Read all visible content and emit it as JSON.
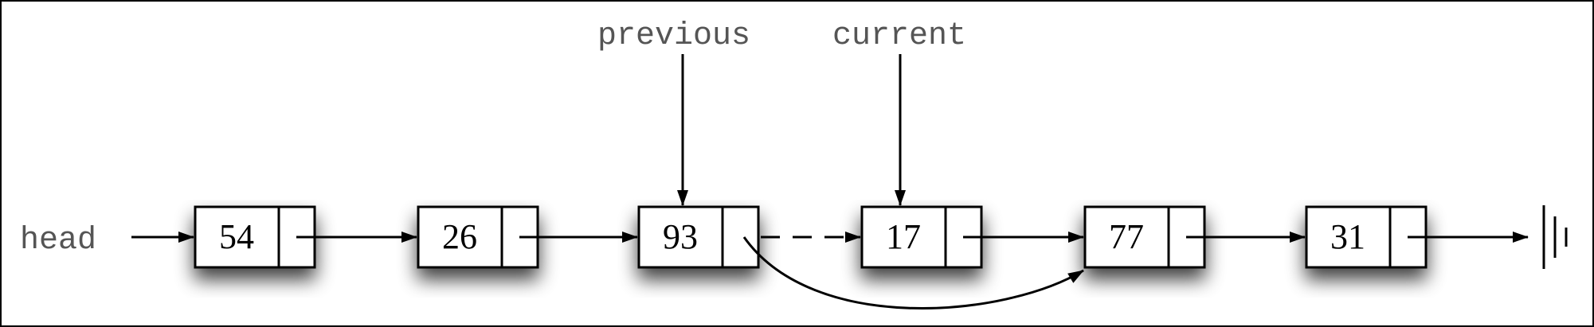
{
  "labels": {
    "head": "head",
    "previous": "previous",
    "current": "current"
  },
  "nodes": [
    {
      "value": "54"
    },
    {
      "value": "26"
    },
    {
      "value": "93"
    },
    {
      "value": "17"
    },
    {
      "value": "77"
    },
    {
      "value": "31"
    }
  ],
  "colors": {
    "line": "#000000",
    "label_text": "#555555",
    "shadow": "#000000"
  },
  "icons": {
    "null_terminator": "ground-icon"
  }
}
